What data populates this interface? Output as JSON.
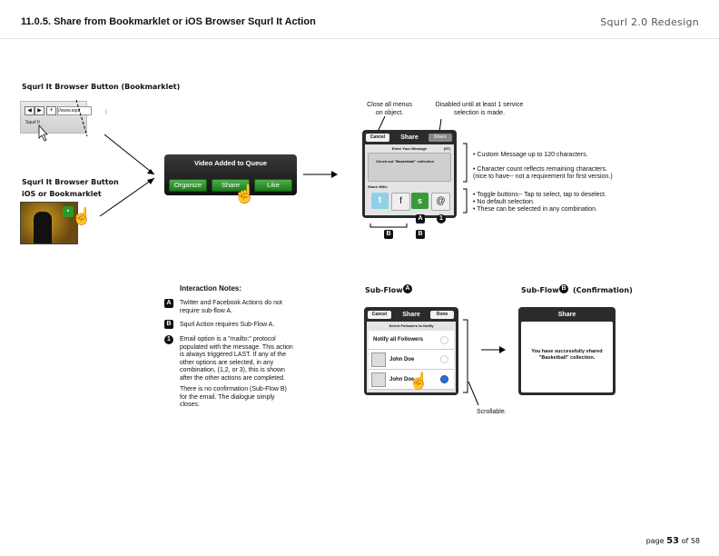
{
  "header": {
    "title": "11.0.5. Share from Bookmarklet or iOS Browser Squrl It Action",
    "right": "Squrl 2.0 Redesign"
  },
  "bookmarklet": {
    "label": "Squrl It Browser Button (Bookmarklet)",
    "url_text": "//www.squr",
    "item": "Squrl It"
  },
  "ios_label": {
    "line1": "Squrl It Browser Button",
    "line2": "iOS or Bookmarklet"
  },
  "queue_panel": {
    "title": "Video Added to Queue",
    "organize": "Organize",
    "share": "Share",
    "like": "Like"
  },
  "callouts": {
    "close_menus": "Close all menus\non object.",
    "disabled_until": "Disabled until at least 1 service\nselection is made."
  },
  "share_dialog": {
    "cancel": "Cancel",
    "title": "Share",
    "share_btn": "Share",
    "message_label": "Enter Your Message",
    "count": "(97)",
    "message": "Check out \"Basketball\" collection",
    "share_with": "Share With:",
    "services": [
      "t",
      "f",
      "s",
      "@"
    ]
  },
  "markers": {
    "a": "A",
    "b": "B",
    "one": "1"
  },
  "share_notes": {
    "n1": "• Custom Message up to 120 characters.",
    "n2": "• Character count reflects remaining characters.",
    "n3": "(nice to have-- not a requirement for first version.)",
    "n4": "• Toggle buttons-- Tap to select, tap to deselect.",
    "n5": "• No default selection.",
    "n6": "• These can be selected in any combination."
  },
  "interaction": {
    "title": "Interaction Notes:",
    "a": "Twitter and Facebook Actions do not require sub-flow A.",
    "b": "Squrl Action requires Sub-Flow A.",
    "one": "Email option is a \"mailto:\" protocol populated with the message. This action is always triggered LAST. If any of the other options are selected, in any combination, (1,2, or 3), this is shown after the other actions are completed.",
    "one_b": "There is no confirmation (Sub-Flow B) for the email. The dialogue simply closes."
  },
  "subflow_a": {
    "label": "Sub-Flow",
    "cancel": "Cancel",
    "title": "Share",
    "done": "Done",
    "select_label": "Select Followers to Notify",
    "rows": [
      "Notify all Followers",
      "John Doe",
      "John Doe"
    ],
    "scrollable": "Scrollable."
  },
  "subflow_b": {
    "label": "Sub-Flow",
    "confirmation": "(Confirmation)",
    "title": "Share",
    "message": "You have successfully shared \"Basketball\" collection."
  },
  "footer": {
    "page_word": "page",
    "page_num": "53",
    "of_total": "of 58"
  }
}
